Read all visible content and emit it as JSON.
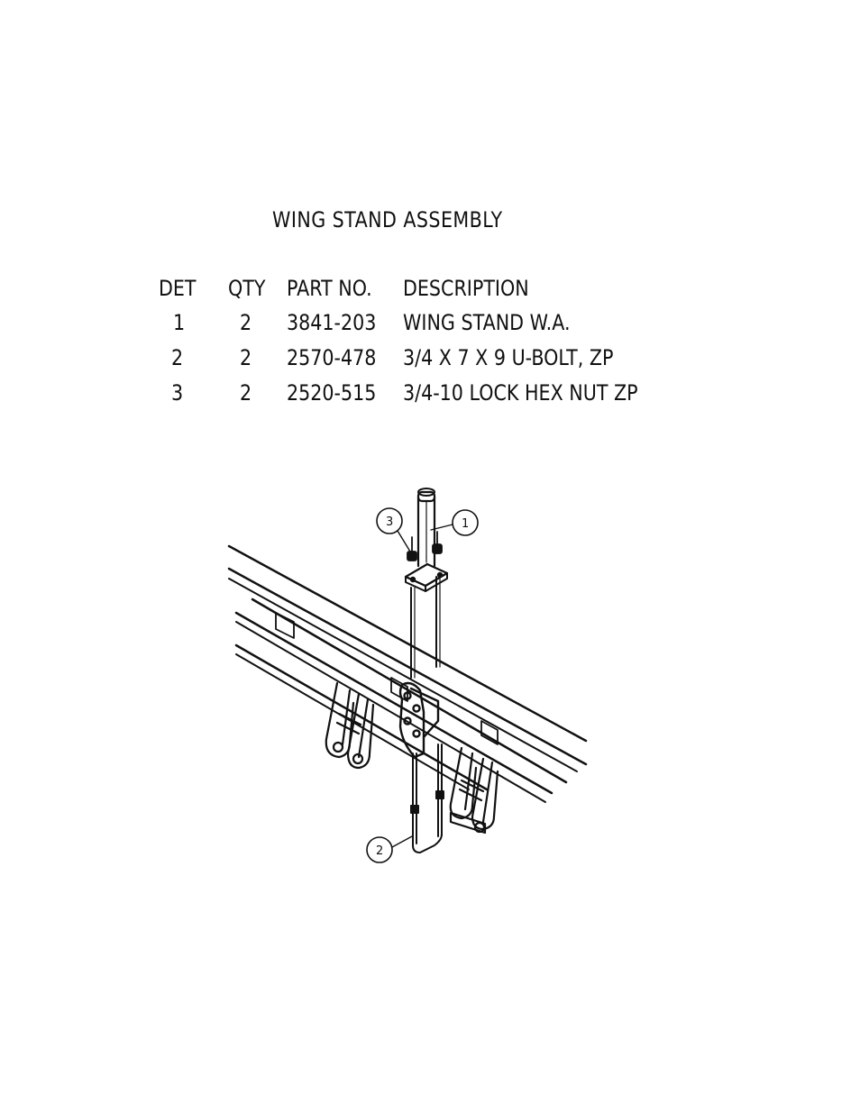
{
  "title": "WING STAND ASSEMBLY",
  "table": {
    "headers": {
      "det": "DET",
      "qty": "QTY",
      "part": "PART NO.",
      "desc": "DESCRIPTION"
    },
    "rows": [
      {
        "det": "1",
        "qty": "2",
        "part": "3841-203",
        "desc": "WING STAND W.A."
      },
      {
        "det": "2",
        "qty": "2",
        "part": "2570-478",
        "desc": "3/4 X 7 X 9 U-BOLT, ZP"
      },
      {
        "det": "3",
        "qty": "2",
        "part": "2520-515",
        "desc": "3/4-10 LOCK HEX NUT ZP"
      }
    ]
  },
  "callouts": {
    "c1": "1",
    "c2": "2",
    "c3": "3"
  }
}
